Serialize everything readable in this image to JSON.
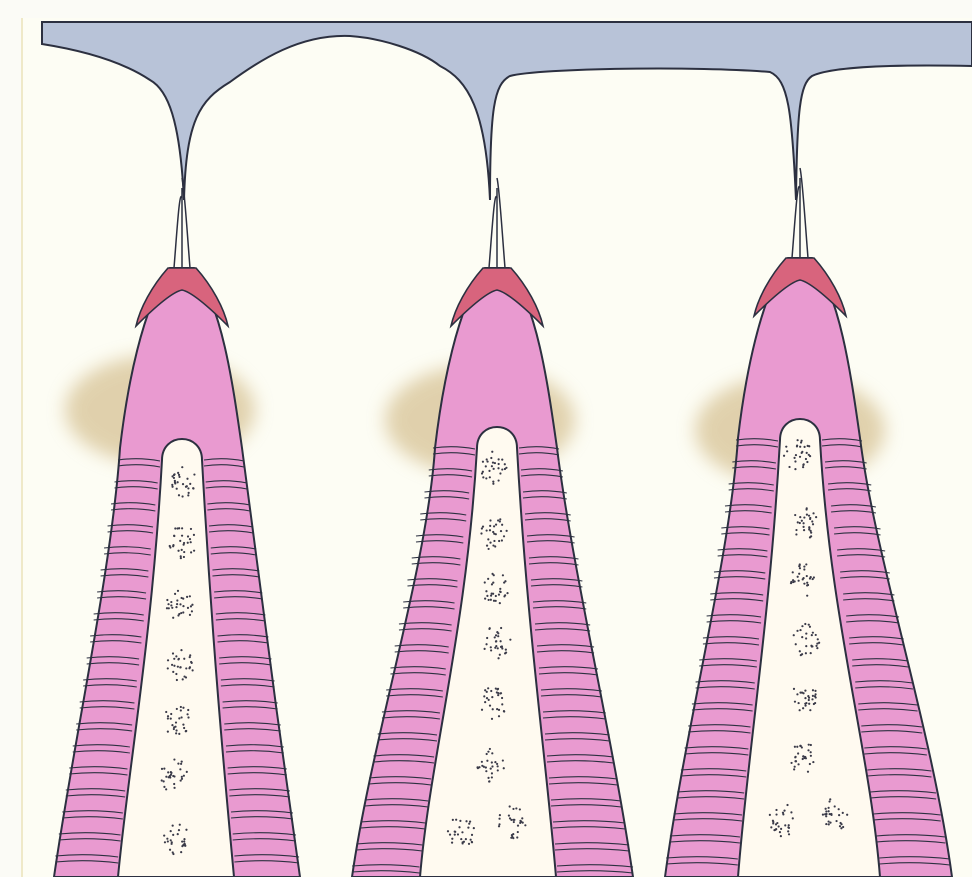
{
  "figure": {
    "background": "#fbfbf6",
    "paper": "#fdfdf4",
    "gum_color": "#b8c3d8",
    "periodontium_pink": "#e99ad0",
    "crest_red": "#d8647d",
    "bone_cream": "#fffaf0",
    "stain_color": "#c9ad72",
    "outline_color": "#2c3040",
    "units": [
      {
        "id": "left"
      },
      {
        "id": "middle"
      },
      {
        "id": "right"
      }
    ]
  }
}
